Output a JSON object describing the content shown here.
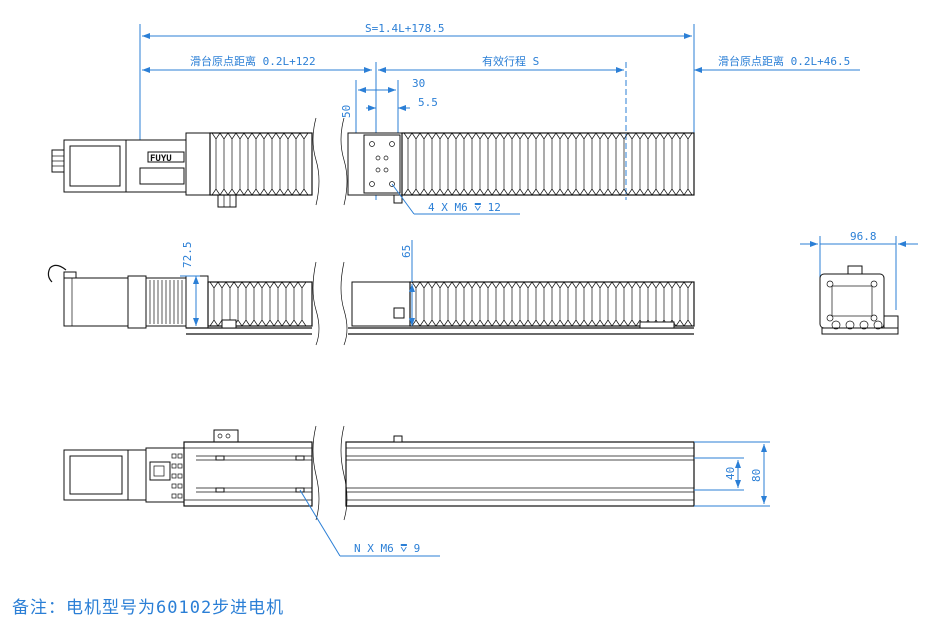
{
  "dimensions": {
    "total_stroke": "S=1.4L+178.5",
    "left_to_origin": "滑台原点距离 0.2L+122",
    "effective_stroke": "有效行程 S",
    "right_to_origin": "滑台原点距离 0.2L+46.5",
    "carriage_width": "30",
    "hole_offset": "5.5",
    "carriage_height": "50",
    "height_left": "72.5",
    "height_carriage": "65",
    "end_width": "96.8",
    "inner_width": "40",
    "outer_width": "80"
  },
  "callouts": {
    "top_holes": "4 X M6 ⩢ 12",
    "bottom_holes": "N X M6 ⩢ 9"
  },
  "brand": "FUYU",
  "note": "备注：电机型号为60102步进电机",
  "colors": {
    "dimension": "#2b7fd6",
    "outline": "#111111"
  }
}
